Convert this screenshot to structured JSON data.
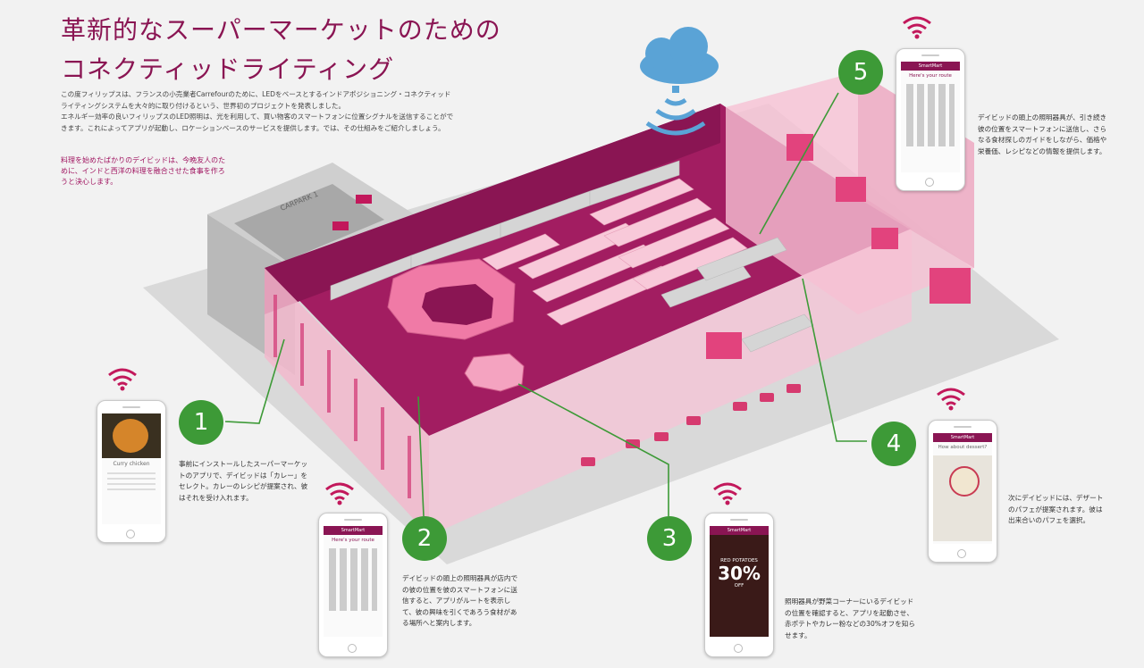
{
  "title": {
    "line1": "革新的なスーパーマーケットのための",
    "line2": "コネクティッドライティング"
  },
  "intro": {
    "p1": "この度フィリップスは、フランスの小売業者Carrefourのために、LEDをベースとするインドアポジショニング・コネクティッドライティングシステムを大々的に取り付けるという、世界初のプロジェクトを発表しました。",
    "p2": "エネルギー効率の良いフィリップスのLED照明は、光を利用して、買い物客のスマートフォンに位置シグナルを送信することができます。これによってアプリが起動し、ロケーションベースのサービスを提供します。では、その仕組みをご紹介しましょう。"
  },
  "highlight": "料理を始めたばかりのデイビッドは、今晩友人のために、インドと西洋の料理を融合させた食事を作ろうと決心します。",
  "store": {
    "parking_sign": "CARPARK 1"
  },
  "steps": [
    {
      "number": "1",
      "text": "事前にインストールしたスーパーマーケットのアプリで、デイビッドは「カレー」をセレクト。カレーのレシピが提案され、彼はそれを受け入れます。"
    },
    {
      "number": "2",
      "text": "デイビッドの頭上の照明器具が店内での彼の位置を彼のスマートフォンに送信すると、アプリがルートを表示して、彼の興味を引くであろう食材がある場所へと案内します。"
    },
    {
      "number": "3",
      "text": "照明器具が野菜コーナーにいるデイビッドの位置を確認すると、アプリを起動させ、赤ポテトやカレー粉などの30%オフを知らせます。"
    },
    {
      "number": "4",
      "text": "次にデイビッドには、デザートのパフェが提案されます。彼は出来合いのパフェを選択。"
    },
    {
      "number": "5",
      "text": "デイビッドの頭上の照明器具が、引き続き彼の位置をスマートフォンに送信し、さらなる食材探しのガイドをしながら、価格や栄養価、レシピなどの情報を提供します。"
    }
  ],
  "phones": {
    "p1": {
      "recipe": "Curry chicken"
    },
    "p2": {
      "app": "SmartMart",
      "heading": "Here's your route"
    },
    "p3": {
      "app": "SmartMart",
      "promo_label": "RED POTATOES",
      "promo_value": "30%",
      "promo_sub": "OFF"
    },
    "p4": {
      "app": "SmartMart",
      "heading": "How about dessert?"
    },
    "p5": {
      "app": "SmartMart",
      "heading": "Here's your route"
    }
  },
  "colors": {
    "brand": "#8a1553",
    "accent_green": "#3d9a37",
    "light_pink": "#f7c8d8",
    "cloud_blue": "#5aa3d6"
  }
}
